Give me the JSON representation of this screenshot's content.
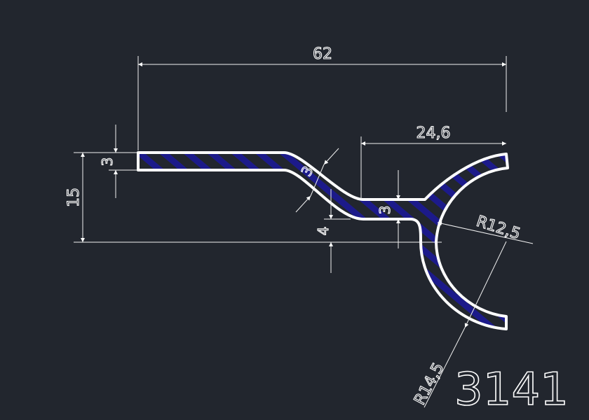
{
  "colors": {
    "background": "#22262e",
    "outline": "#ffffff",
    "hatch": "#1c1a8a"
  },
  "dimensions": {
    "overall_width": "62",
    "right_width": "24,6",
    "flange_thickness": "3",
    "total_height": "15",
    "slope_thickness": "3",
    "offset": "4",
    "web_thickness": "3",
    "inner_radius": "R12,5",
    "outer_radius": "R14,5"
  },
  "part_number": "3141"
}
